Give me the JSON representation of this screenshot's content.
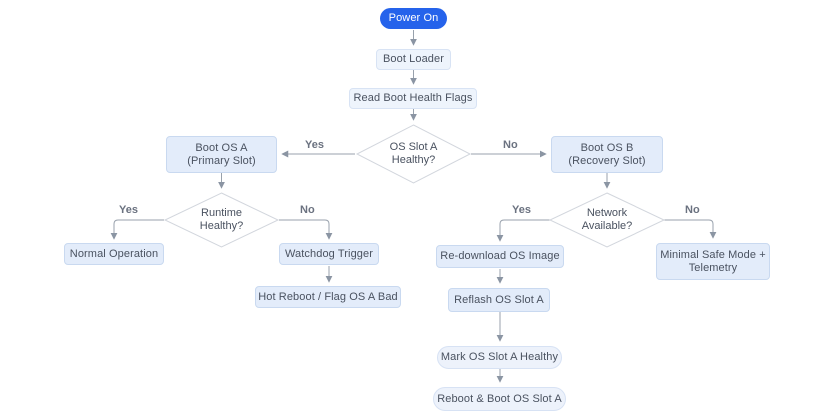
{
  "diagram": {
    "type": "flowchart",
    "colors": {
      "start_fill": "#2563eb",
      "start_text": "#ffffff",
      "step_fill": "#eef4fc",
      "action_fill": "#e3ecfa",
      "terminal_fill": "#edf2fb",
      "diamond_fill": "#ffffff",
      "diamond_border": "#d2d6dd",
      "node_text": "#4a5260",
      "edge_line": "#98a1ac",
      "edge_label_text": "#6b7280"
    },
    "nodes": {
      "power_on": {
        "label": "Power On",
        "shape": "stadium-start"
      },
      "boot_loader": {
        "label": "Boot Loader",
        "shape": "rect"
      },
      "read_boot_health_flags": {
        "label": "Read Boot Health Flags",
        "shape": "rect"
      },
      "os_slot_a_healthy": {
        "line1": "OS Slot A",
        "line2": "Healthy?",
        "shape": "diamond"
      },
      "boot_os_a": {
        "line1": "Boot OS A",
        "line2": "(Primary Slot)",
        "shape": "rect"
      },
      "boot_os_b": {
        "line1": "Boot OS B",
        "line2": "(Recovery Slot)",
        "shape": "rect"
      },
      "runtime_healthy": {
        "line1": "Runtime",
        "line2": "Healthy?",
        "shape": "diamond"
      },
      "normal_operation": {
        "label": "Normal Operation",
        "shape": "rect"
      },
      "watchdog_trigger": {
        "label": "Watchdog Trigger",
        "shape": "rect"
      },
      "hot_reboot_flag_os_a_bad": {
        "label": "Hot Reboot / Flag OS A Bad",
        "shape": "rect"
      },
      "network_available": {
        "line1": "Network",
        "line2": "Available?",
        "shape": "diamond"
      },
      "re_download_os_image": {
        "label": "Re-download OS Image",
        "shape": "rect"
      },
      "minimal_safe_mode": {
        "line1": "Minimal Safe Mode +",
        "line2": "Telemetry",
        "shape": "rect"
      },
      "reflash_os_slot_a": {
        "label": "Reflash OS Slot A",
        "shape": "rect"
      },
      "mark_os_slot_a_healthy": {
        "label": "Mark OS Slot A Healthy",
        "shape": "stadium"
      },
      "reboot_boot_os_slot_a": {
        "label": "Reboot & Boot OS Slot A",
        "shape": "stadium"
      }
    },
    "edge_labels": {
      "slot_a_yes": "Yes",
      "slot_a_no": "No",
      "runtime_yes": "Yes",
      "runtime_no": "No",
      "network_yes": "Yes",
      "network_no": "No"
    }
  }
}
